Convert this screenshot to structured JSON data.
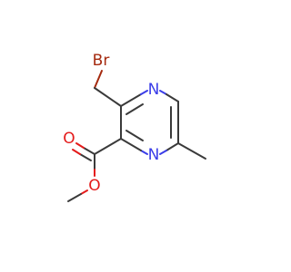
{
  "molecule": {
    "atoms": {
      "bromine": "Br",
      "ring_nitrogen_top": "N",
      "ring_nitrogen_bottom": "N",
      "carbonyl_oxygen": "O",
      "ester_oxygen": "O"
    },
    "colors": {
      "bond": "#3a3a3a",
      "nitrogen": "#3b3ee8",
      "oxygen": "#e41b1b",
      "bromine": "#a52a0f"
    }
  }
}
